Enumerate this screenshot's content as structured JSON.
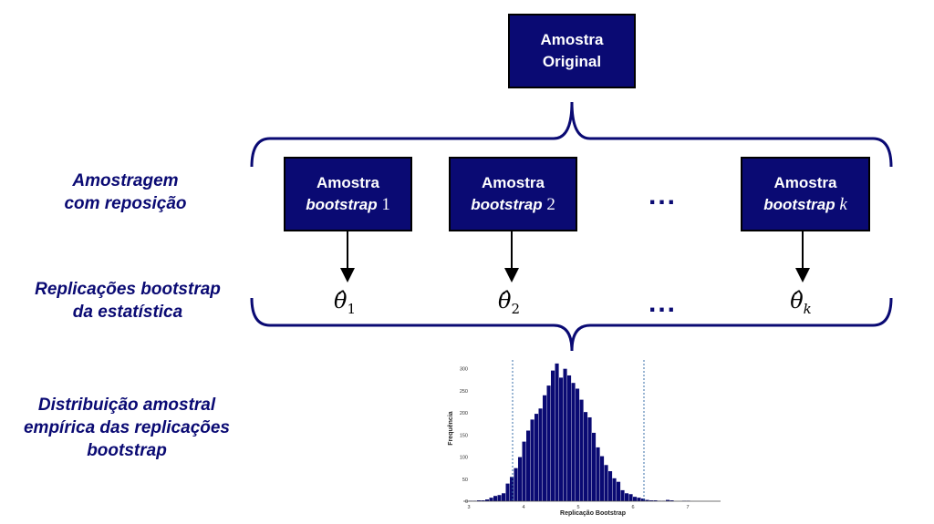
{
  "original_sample": {
    "line1": "Amostra",
    "line2": "Original"
  },
  "bootstrap_samples": [
    {
      "word": "Amostra",
      "sub": "bootstrap",
      "index": "1"
    },
    {
      "word": "Amostra",
      "sub": "bootstrap",
      "index": "2"
    },
    {
      "word": "Amostra",
      "sub": "bootstrap",
      "index": "k"
    }
  ],
  "row_labels": {
    "sampling": {
      "line1": "Amostragem",
      "line2": "com reposição"
    },
    "replications": {
      "line1": "Replicações bootstrap",
      "line2": "da estatística"
    },
    "distribution": {
      "line1": "Distribuição amostral",
      "line2": "empírica das replicações",
      "line3": "bootstrap"
    }
  },
  "ellipsis": "...",
  "replications": [
    {
      "symbol": "θ̂",
      "sub": "1"
    },
    {
      "symbol": "θ̂",
      "sub": "2"
    },
    {
      "symbol": "θ̂",
      "sub": "k"
    }
  ],
  "colors": {
    "primary": "#0a0a73",
    "box_border": "#000000",
    "bar_fill": "#0a0a73"
  },
  "chart_data": {
    "type": "bar",
    "xlabel": "Replicação Bootstrap",
    "ylabel": "Frequência",
    "xlim": [
      2.9,
      7.6
    ],
    "ylim": [
      0,
      320
    ],
    "xticks": [
      "3",
      "4",
      "5",
      "6",
      "7"
    ],
    "yticks": [
      "0",
      "50",
      "100",
      "150",
      "200",
      "250",
      "300"
    ],
    "bin_start": 3.0,
    "bin_width": 0.075,
    "values": [
      1,
      1,
      2,
      2,
      4,
      8,
      12,
      14,
      18,
      40,
      55,
      75,
      100,
      135,
      160,
      185,
      198,
      210,
      240,
      262,
      296,
      312,
      280,
      300,
      285,
      268,
      255,
      230,
      202,
      190,
      155,
      122,
      102,
      82,
      68,
      52,
      44,
      25,
      18,
      16,
      10,
      8,
      6,
      3,
      2,
      2,
      1,
      1,
      3,
      2,
      0,
      0,
      1,
      1
    ],
    "vlines": [
      3.8,
      6.2
    ],
    "grid": false
  }
}
